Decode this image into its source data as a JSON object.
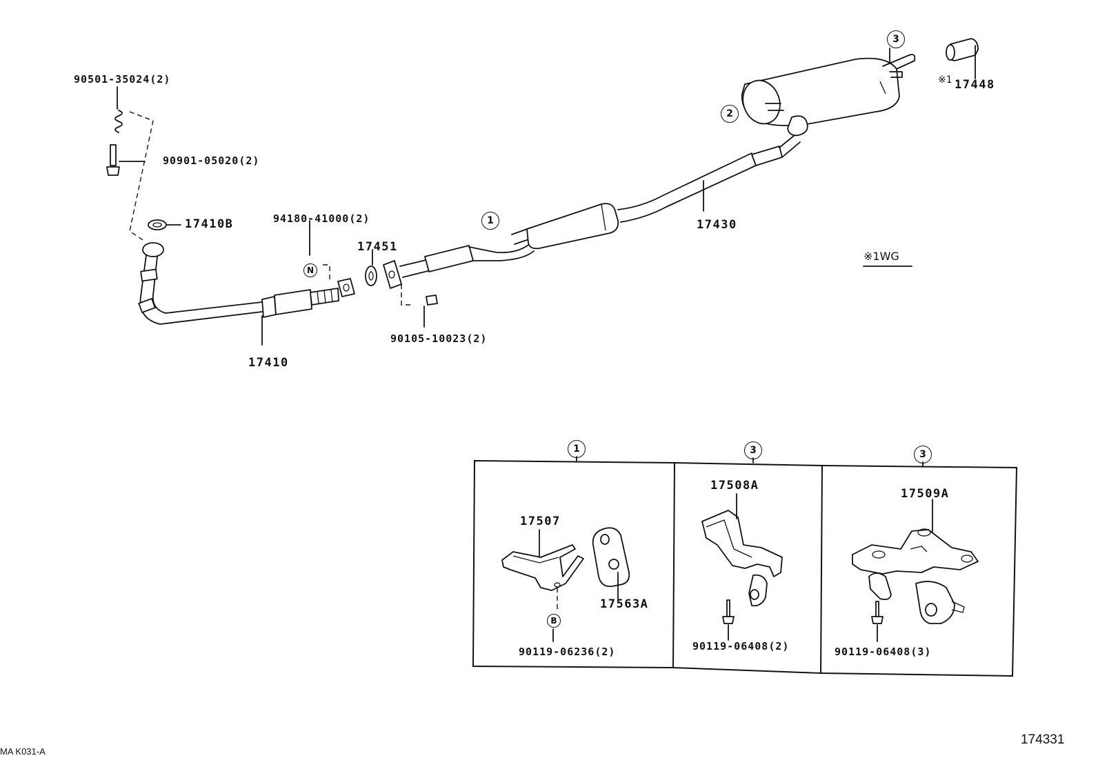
{
  "labels": {
    "p90501": "90501-35024(2)",
    "p90901": "90901-05020(2)",
    "p17410b": "17410B",
    "p94180": "94180-41000(2)",
    "p17451": "17451",
    "p90105": "90105-10023(2)",
    "p17410": "17410",
    "p17430": "17430",
    "p17448": "17448",
    "note_mark": "※1",
    "note_wg": "※1WG",
    "p17507": "17507",
    "p17563a": "17563A",
    "p90119_06236": "90119-06236(2)",
    "p17508a": "17508A",
    "p90119_06408_2": "90119-06408(2)",
    "p17509a": "17509A",
    "p90119_06408_3": "90119-06408(3)"
  },
  "callouts": {
    "c1": "1",
    "c2": "2",
    "c3": "3",
    "cN": "N",
    "cB": "B",
    "inset1": "1",
    "inset3": "3",
    "inset3b": "3"
  },
  "footer": {
    "left_code": "MA K031-A",
    "right_code": "174331"
  }
}
